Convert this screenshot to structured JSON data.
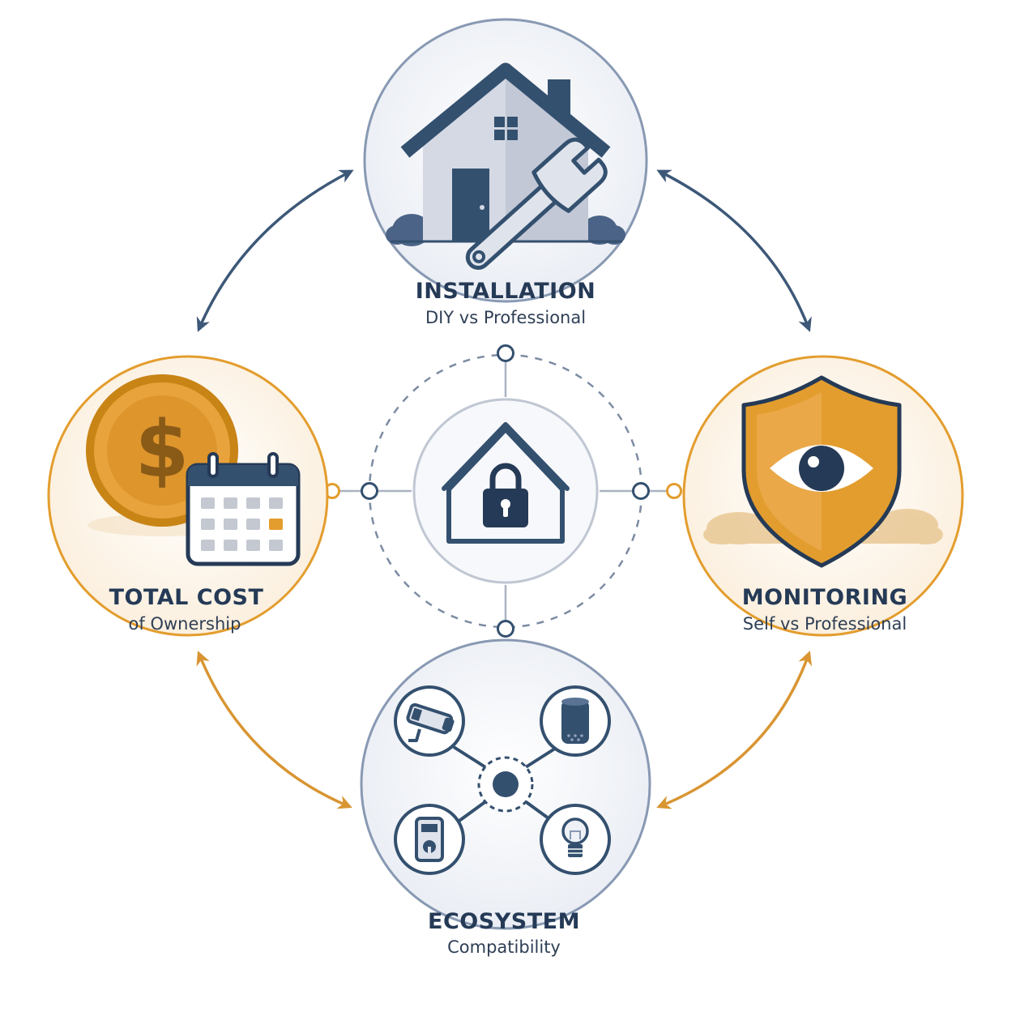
{
  "colors": {
    "navy": "#34506f",
    "dark_navy": "#253a56",
    "gold": "#e39d2e",
    "gold_arrow": "#d99532",
    "light_blue_fill": "#eef1f6",
    "light_gold_fill": "#fdf4e6",
    "outline_gray": "#c8ceda"
  },
  "center": {
    "icon": "house-lock-icon"
  },
  "nodes": {
    "installation": {
      "title": "INSTALLATION",
      "subtitle": "DIY vs Professional",
      "icon": "house-wrench-icon"
    },
    "monitoring": {
      "title": "MONITORING",
      "subtitle": "Self vs Professional",
      "icon": "shield-eye-icon"
    },
    "total_cost": {
      "title": "TOTAL COST",
      "subtitle": "of Ownership",
      "icon": "coin-calendar-icon"
    },
    "ecosystem": {
      "title": "ECOSYSTEM",
      "subtitle": "Compatibility",
      "icon": "device-network-icon",
      "devices": [
        "camera-icon",
        "smart-speaker-icon",
        "smart-lock-icon",
        "light-bulb-icon"
      ]
    }
  },
  "connections": [
    {
      "from": "installation",
      "to": "total_cost",
      "style": "bidirectional",
      "color": "navy"
    },
    {
      "from": "installation",
      "to": "monitoring",
      "style": "bidirectional",
      "color": "navy"
    },
    {
      "from": "total_cost",
      "to": "ecosystem",
      "style": "bidirectional",
      "color": "gold"
    },
    {
      "from": "monitoring",
      "to": "ecosystem",
      "style": "bidirectional",
      "color": "gold"
    }
  ]
}
